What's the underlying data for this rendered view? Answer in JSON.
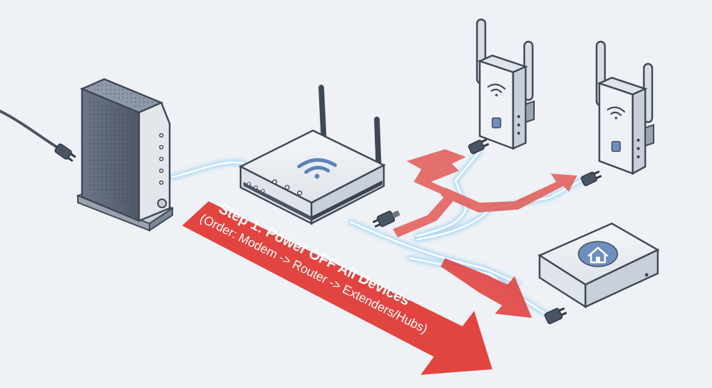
{
  "instruction": {
    "title": "Step 1: Power OFF All Devices",
    "subtitle": "(Order: Modem -> Router -> Extenders/Hubs)"
  },
  "devices": [
    "modem",
    "router",
    "wifi-extender",
    "wifi-extender",
    "smart-home-hub"
  ],
  "icons": {
    "router_badge": "wifi-icon",
    "extender_badge": "wifi-icon",
    "hub_badge": "home-icon"
  },
  "colors": {
    "background": "#eef1f5",
    "arrow": "#e03a36",
    "cable_glow": "#a9d8f2",
    "outline": "#3f4856",
    "device_body": "#e6eaef",
    "modem_body": "#5c6674"
  }
}
